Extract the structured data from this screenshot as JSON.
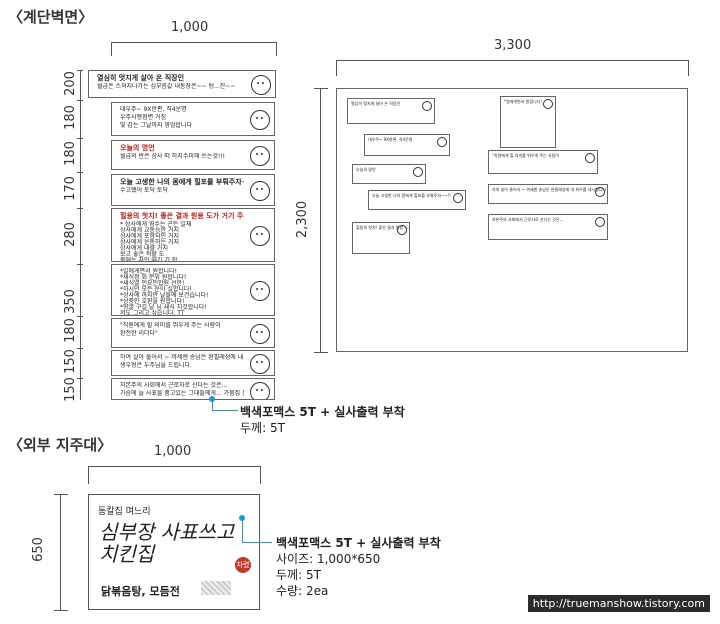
{
  "stair": {
    "title": "〈계단벽면〉",
    "width_label": "1,000",
    "row_labels": [
      "200",
      "180",
      "180",
      "170",
      "280",
      "350",
      "180",
      "150",
      "150"
    ],
    "panels": [
      {
        "title": "열심히 멋지게 살아 온 직장인",
        "lines": [
          "월급은 스쳐지나가는 심부름값 내통장은~~ 텅...잔~~"
        ]
      },
      {
        "title": "",
        "lines": [
          "대우주~ 9X한편, 직4운명",
          "우주사행점변 거짐",
          "빛 갑는 그날까지 영업합니다"
        ]
      },
      {
        "title": "오늘의 명언",
        "lines": [
          "월급의 반은 상사 떠 하지수미해 쓰는것!!!"
        ]
      },
      {
        "title": "오늘 고생한 나의 몸에게 힐포를 부뤄주자~~!!",
        "lines": [
          "수고했어 토닥 토닥"
        ]
      },
      {
        "title": "힐용의 첫지! 좋은 결과 원용 도가 거기 주셔",
        "lines": [
          "* 상사에게 영수는 곤든 일체",
          "상사에게 교통능한 거지",
          "상사에게 포함되인 거지",
          "상사에게 운동하는 거지",
          "상사에게 내를 가지",
          "보고 좋은 착할 도",
          "목에는 차인 때기 기 최"
        ]
      },
      {
        "title": "",
        "lines": [
          "*일에게면서 원합니다!",
          "*새식정 회 문위 원합니다!",
          "*새식열 인요인합원 선한!",
          "*하시던 모든 운이 실합니다!",
          "*상사에 까지만 날들에 보건습니다!",
          "*상중인 호환을 원합니다!",
          "*향굴 구길 날 님 새식 치것합니다!",
          "저도 그리고 싶습니다. TT"
        ]
      },
      {
        "title": "",
        "lines": [
          "\"직원에게 힐 의미를 뛰우게 주는 사람이",
          "완전한 리더다\""
        ]
      },
      {
        "title": "",
        "lines": [
          "하여 살아 둘어서 ~ 까세엔 송남은 완필래성에 내 위우를 세시행니다",
          "생우형은 두주님을 드립니다."
        ]
      },
      {
        "title": "",
        "lines": [
          "자본주의 사회에서 근로자로 산다는 것은...",
          "가슴에 늘 사표를 품고있는 그대들에게... 가뭄집 운머"
        ]
      }
    ],
    "note_line1": "백색포맥스 5T + 실사출력 부착",
    "note_line2": "두께: 5T"
  },
  "wall": {
    "width_label": "3,300",
    "height_label": "2,300"
  },
  "outside": {
    "title": "〈외부 지주대〉",
    "width_label": "1,000",
    "height_label": "650",
    "sign_top": "동칼집 며느리",
    "sign_calligraphy": "심부장 사표쓰고 치킨집",
    "sign_stamp": "차렸",
    "sign_bottom": "닭볶음탕, 모듬전",
    "note_line1": "백색포맥스 5T + 실사출력 부착",
    "note_line2": "사이즈: 1,000*650",
    "note_line3": "두께: 5T",
    "note_line4": "수량: 2ea"
  },
  "watermark": "http://truemanshow.tistory.com"
}
